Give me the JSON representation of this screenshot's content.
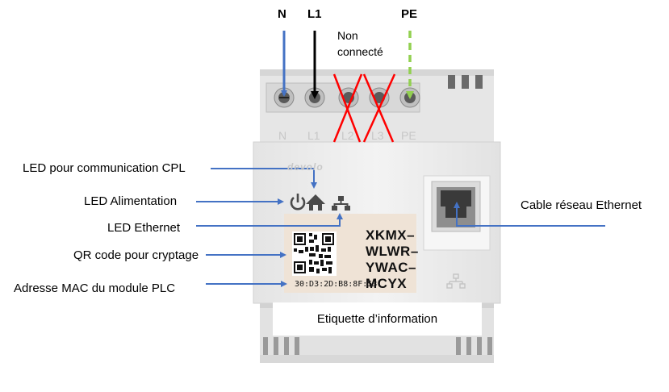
{
  "wires": {
    "n": "N",
    "l1": "L1",
    "pe": "PE",
    "not_connected_line1": "Non",
    "not_connected_line2": "connecté"
  },
  "terminal_labels": [
    "N",
    "L1",
    "L2",
    "L3",
    "PE"
  ],
  "brand": "devolo",
  "callouts": {
    "led_plc": "LED pour communication CPL",
    "led_power": "LED Alimentation",
    "led_ethernet": "LED Ethernet",
    "qr_code": "QR code pour cryptage",
    "mac_address": "Adresse MAC du module PLC",
    "ethernet_cable": "Cable réseau Ethernet",
    "info_label": "Etiquette d’information"
  },
  "security_code": [
    "XKMX–",
    "WLWR–",
    "YWAC–",
    "MCYX"
  ],
  "mac_value": "30:D3:2D:B8:8F:53",
  "colors": {
    "arrow_blue": "#4472c4",
    "wire_black": "#000000",
    "pe_green": "#92d050",
    "cross_red": "#ff0000",
    "device_body": "#efefef",
    "label_sticker": "#efe3d6"
  }
}
